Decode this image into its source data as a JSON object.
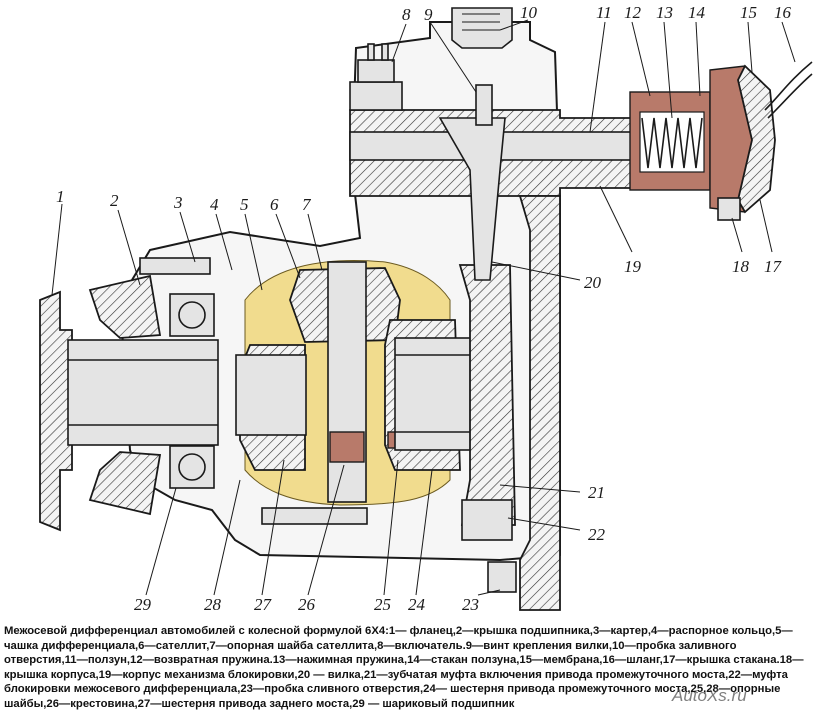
{
  "callouts": [
    {
      "n": "1",
      "label": "1"
    },
    {
      "n": "2",
      "label": "2"
    },
    {
      "n": "3",
      "label": "3"
    },
    {
      "n": "4",
      "label": "4"
    },
    {
      "n": "5",
      "label": "5"
    },
    {
      "n": "6",
      "label": "6"
    },
    {
      "n": "7",
      "label": "7"
    },
    {
      "n": "8",
      "label": "8"
    },
    {
      "n": "9",
      "label": "9"
    },
    {
      "n": "10",
      "label": "10"
    },
    {
      "n": "11",
      "label": "11"
    },
    {
      "n": "12",
      "label": "12"
    },
    {
      "n": "13",
      "label": "13"
    },
    {
      "n": "14",
      "label": "14"
    },
    {
      "n": "15",
      "label": "15"
    },
    {
      "n": "16",
      "label": "16"
    },
    {
      "n": "17",
      "label": "17"
    },
    {
      "n": "18",
      "label": "18"
    },
    {
      "n": "19",
      "label": "19"
    },
    {
      "n": "20",
      "label": "20"
    },
    {
      "n": "21",
      "label": "21"
    },
    {
      "n": "22",
      "label": "22"
    },
    {
      "n": "23",
      "label": "23"
    },
    {
      "n": "24",
      "label": "24"
    },
    {
      "n": "25",
      "label": "25"
    },
    {
      "n": "26",
      "label": "26"
    },
    {
      "n": "27",
      "label": "27"
    },
    {
      "n": "28",
      "label": "28"
    },
    {
      "n": "29",
      "label": "29"
    }
  ],
  "caption": "Межосевой дифференциал автомобилей с колесной формулой 6Х4:1— фланец,2—крышка подшипника,3—картер,4—распорное кольцо,5—чашка дифференциала,6—сателлит,7—опорная шайба сателлита,8—включатель.9—винт крепления вилки,10—пробка заливного отверстия,11—ползун,12—возвратная пружина.13—нажимная пружина,14—стакан ползуна,15—мембрана,16—шланг,17—крышка стакана.18—крышка корпуса,19—корпус механизма блокировки,20 — вилка,21—зубчатая муфта включения привода промежуточного моста,22—муфта блокировки межосевого дифференциала,23—пробка сливного отверстия,24— шестерня привода промежуточного моста,25,28—опорные шайбы,26—крестовина,27—шестерня привода заднего моста,29 — шариковый подшипник",
  "watermark": "AutoXs.ru"
}
